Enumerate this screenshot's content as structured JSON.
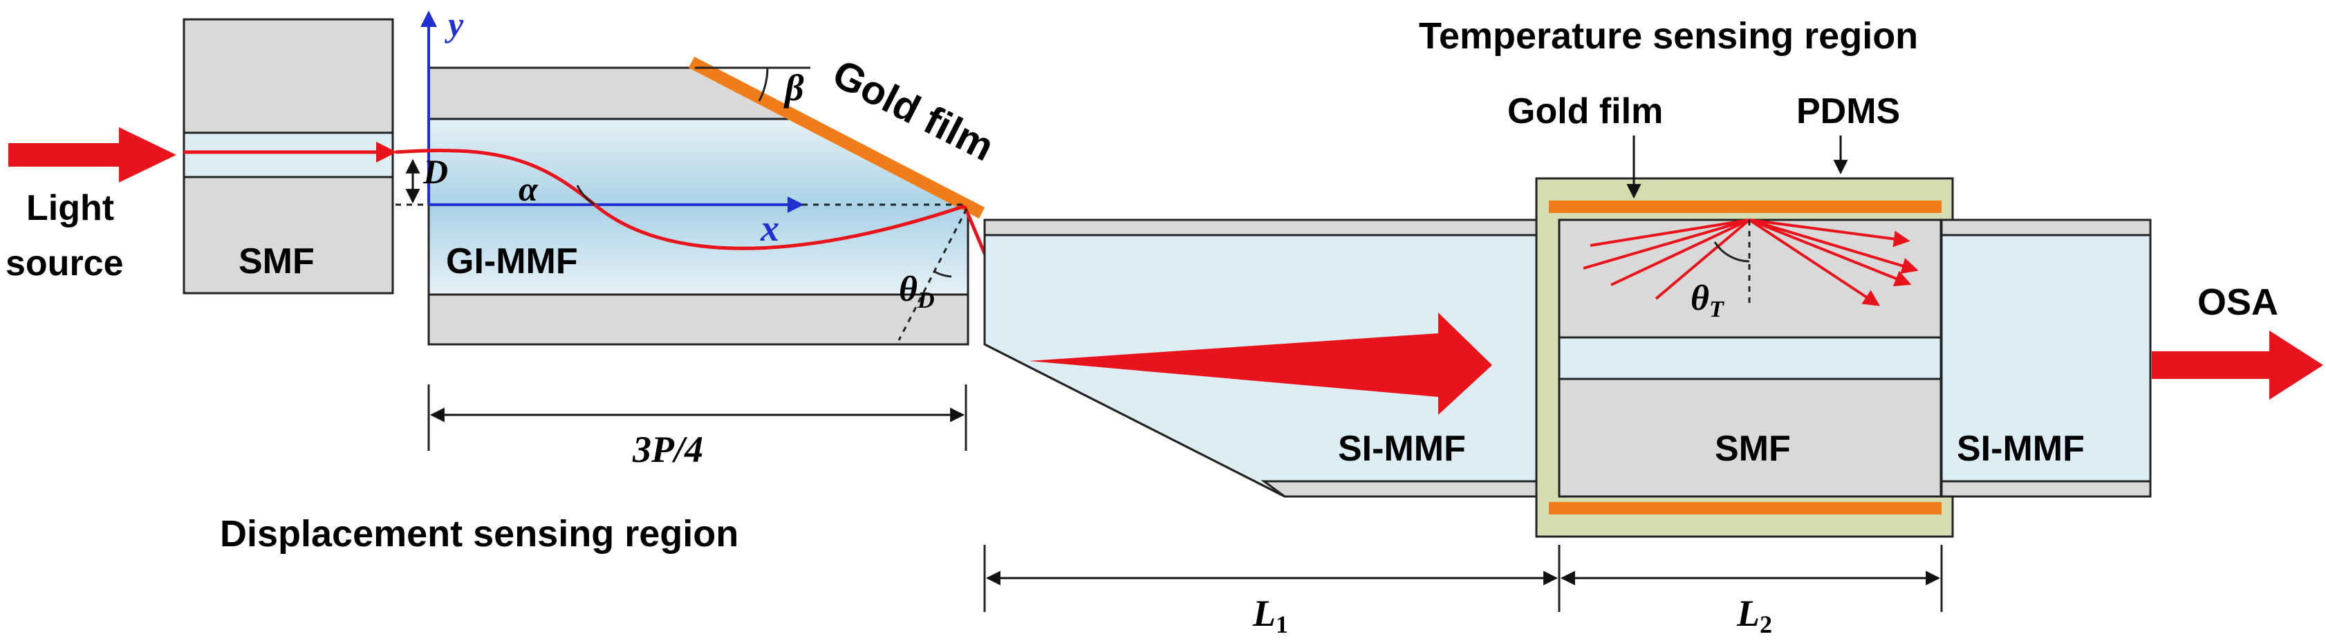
{
  "labels": {
    "light_source_line1": "Light",
    "light_source_line2": "source",
    "smf_left": "SMF",
    "gi_mmf": "GI-MMF",
    "gold_film_top": "Gold film",
    "beta": "β",
    "alpha": "α",
    "y_axis": "y",
    "x_axis": "x",
    "D": "D",
    "theta_D": "θ",
    "theta_D_sub": "D",
    "length_3P4": "3P/4",
    "displacement_region": "Displacement sensing region",
    "temperature_region": "Temperature sensing region",
    "gold_film_right": "Gold film",
    "pdms": "PDMS",
    "theta_T": "θ",
    "theta_T_sub": "T",
    "si_mmf_left": "SI-MMF",
    "smf_right": "SMF",
    "si_mmf_right": "SI-MMF",
    "osa": "OSA",
    "L1": "L",
    "L1_sub": "1",
    "L2": "L",
    "L2_sub": "2"
  },
  "colors": {
    "fiber_gray": "#d9d9d9",
    "core_blue": "#dcedf3",
    "gold": "#f07d1a",
    "pdms_green": "#d3ddb0",
    "light_red": "#e8131b",
    "axis_blue": "#1f2fd0",
    "outline": "#222222"
  }
}
